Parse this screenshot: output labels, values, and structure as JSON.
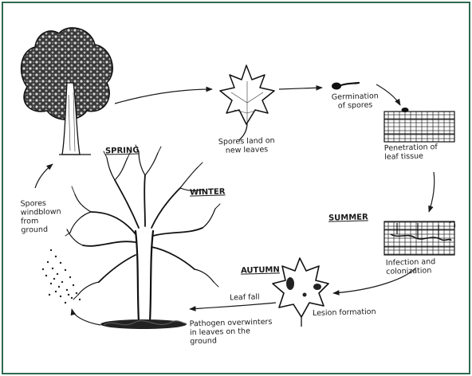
{
  "diagram": {
    "labels": {
      "spring": "SPRING",
      "summer": "SUMMER",
      "autumn": "AUTUMN",
      "winter": "WINTER",
      "spores_land": "Spores land on\nnew leaves",
      "germination": "Germination\nof spores",
      "penetration": "Penetration of\nleaf tissue",
      "infection": "Infection and\ncolonization",
      "lesion": "Lesion formation",
      "leaf_fall": "Leaf fall",
      "overwinter": "Pathogen overwinters\nin leaves on the\nground",
      "windblown": "Spores\nwindblown\nfrom\nground"
    },
    "icons": {
      "spring_tree": "leafy-tree-icon",
      "winter_tree": "bare-tree-icon",
      "new_leaf": "maple-leaf-icon",
      "germinating_spore": "germinating-spore-icon",
      "leaf_tissue": "leaf-tissue-icon",
      "infected_tissue": "infected-tissue-icon",
      "lesion_leaf": "lesion-leaf-icon",
      "spore_cloud": "spore-cloud-icon",
      "leaf_litter": "leaf-litter-icon"
    },
    "colors": {
      "frame": "#2f6b52",
      "ink": "#1a1a1a"
    }
  }
}
